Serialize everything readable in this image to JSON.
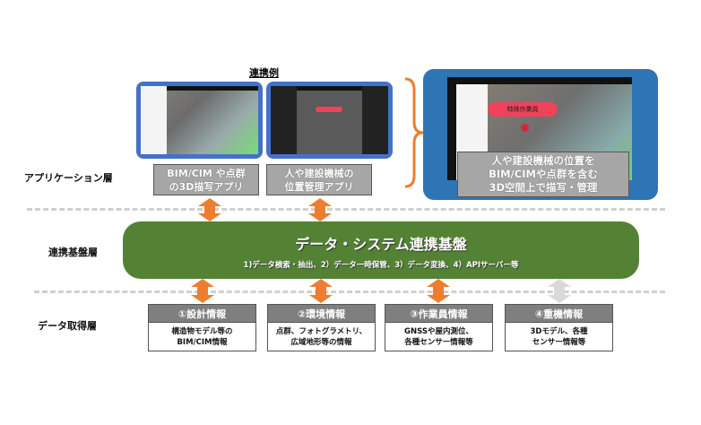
{
  "example_title": "連携例",
  "layers": {
    "application": "アプリケーション層",
    "platform": "連携基盤層",
    "acquisition": "データ取得層"
  },
  "apps": [
    {
      "label_line1": "BIM/CIM や点群",
      "label_line2": "の3D描写アプリ"
    },
    {
      "label_line1": "人や建設機械の",
      "label_line2": "位置管理アプリ"
    }
  ],
  "combined": {
    "lines": [
      "人や建設機械の位置を",
      "BIM/CIMや点群を含む",
      "3D空間上で描写・管理"
    ],
    "marker_label": "特殊作業員"
  },
  "platform": {
    "title": "データ・システム連携基盤",
    "subtitle": "1)データ検索・抽出、2）データ一時保管、3）データ変換、4）APIサーバー等"
  },
  "sources": [
    {
      "title": "①設計情報",
      "desc1": "構造物モデル等の",
      "desc2": "BIM/CIM情報",
      "arrow_color": "#ed7d31"
    },
    {
      "title": "②環境情報",
      "desc1": "点群、フォトグラメトリ、",
      "desc2": "広域地形等の情報",
      "arrow_color": "#ed7d31"
    },
    {
      "title": "③作業員情報",
      "desc1": "GNSSや屋内測位、",
      "desc2": "各種センサー情報等",
      "arrow_color": "#ed7d31"
    },
    {
      "title": "④重機情報",
      "desc1": "3Dモデル、各種",
      "desc2": "センサー情報等",
      "arrow_color": "#d9d9d9"
    }
  ],
  "colors": {
    "accent": "#ed7d31",
    "platform": "#548235",
    "frame": "#4472c4",
    "big_frame": "#2e75b6"
  }
}
